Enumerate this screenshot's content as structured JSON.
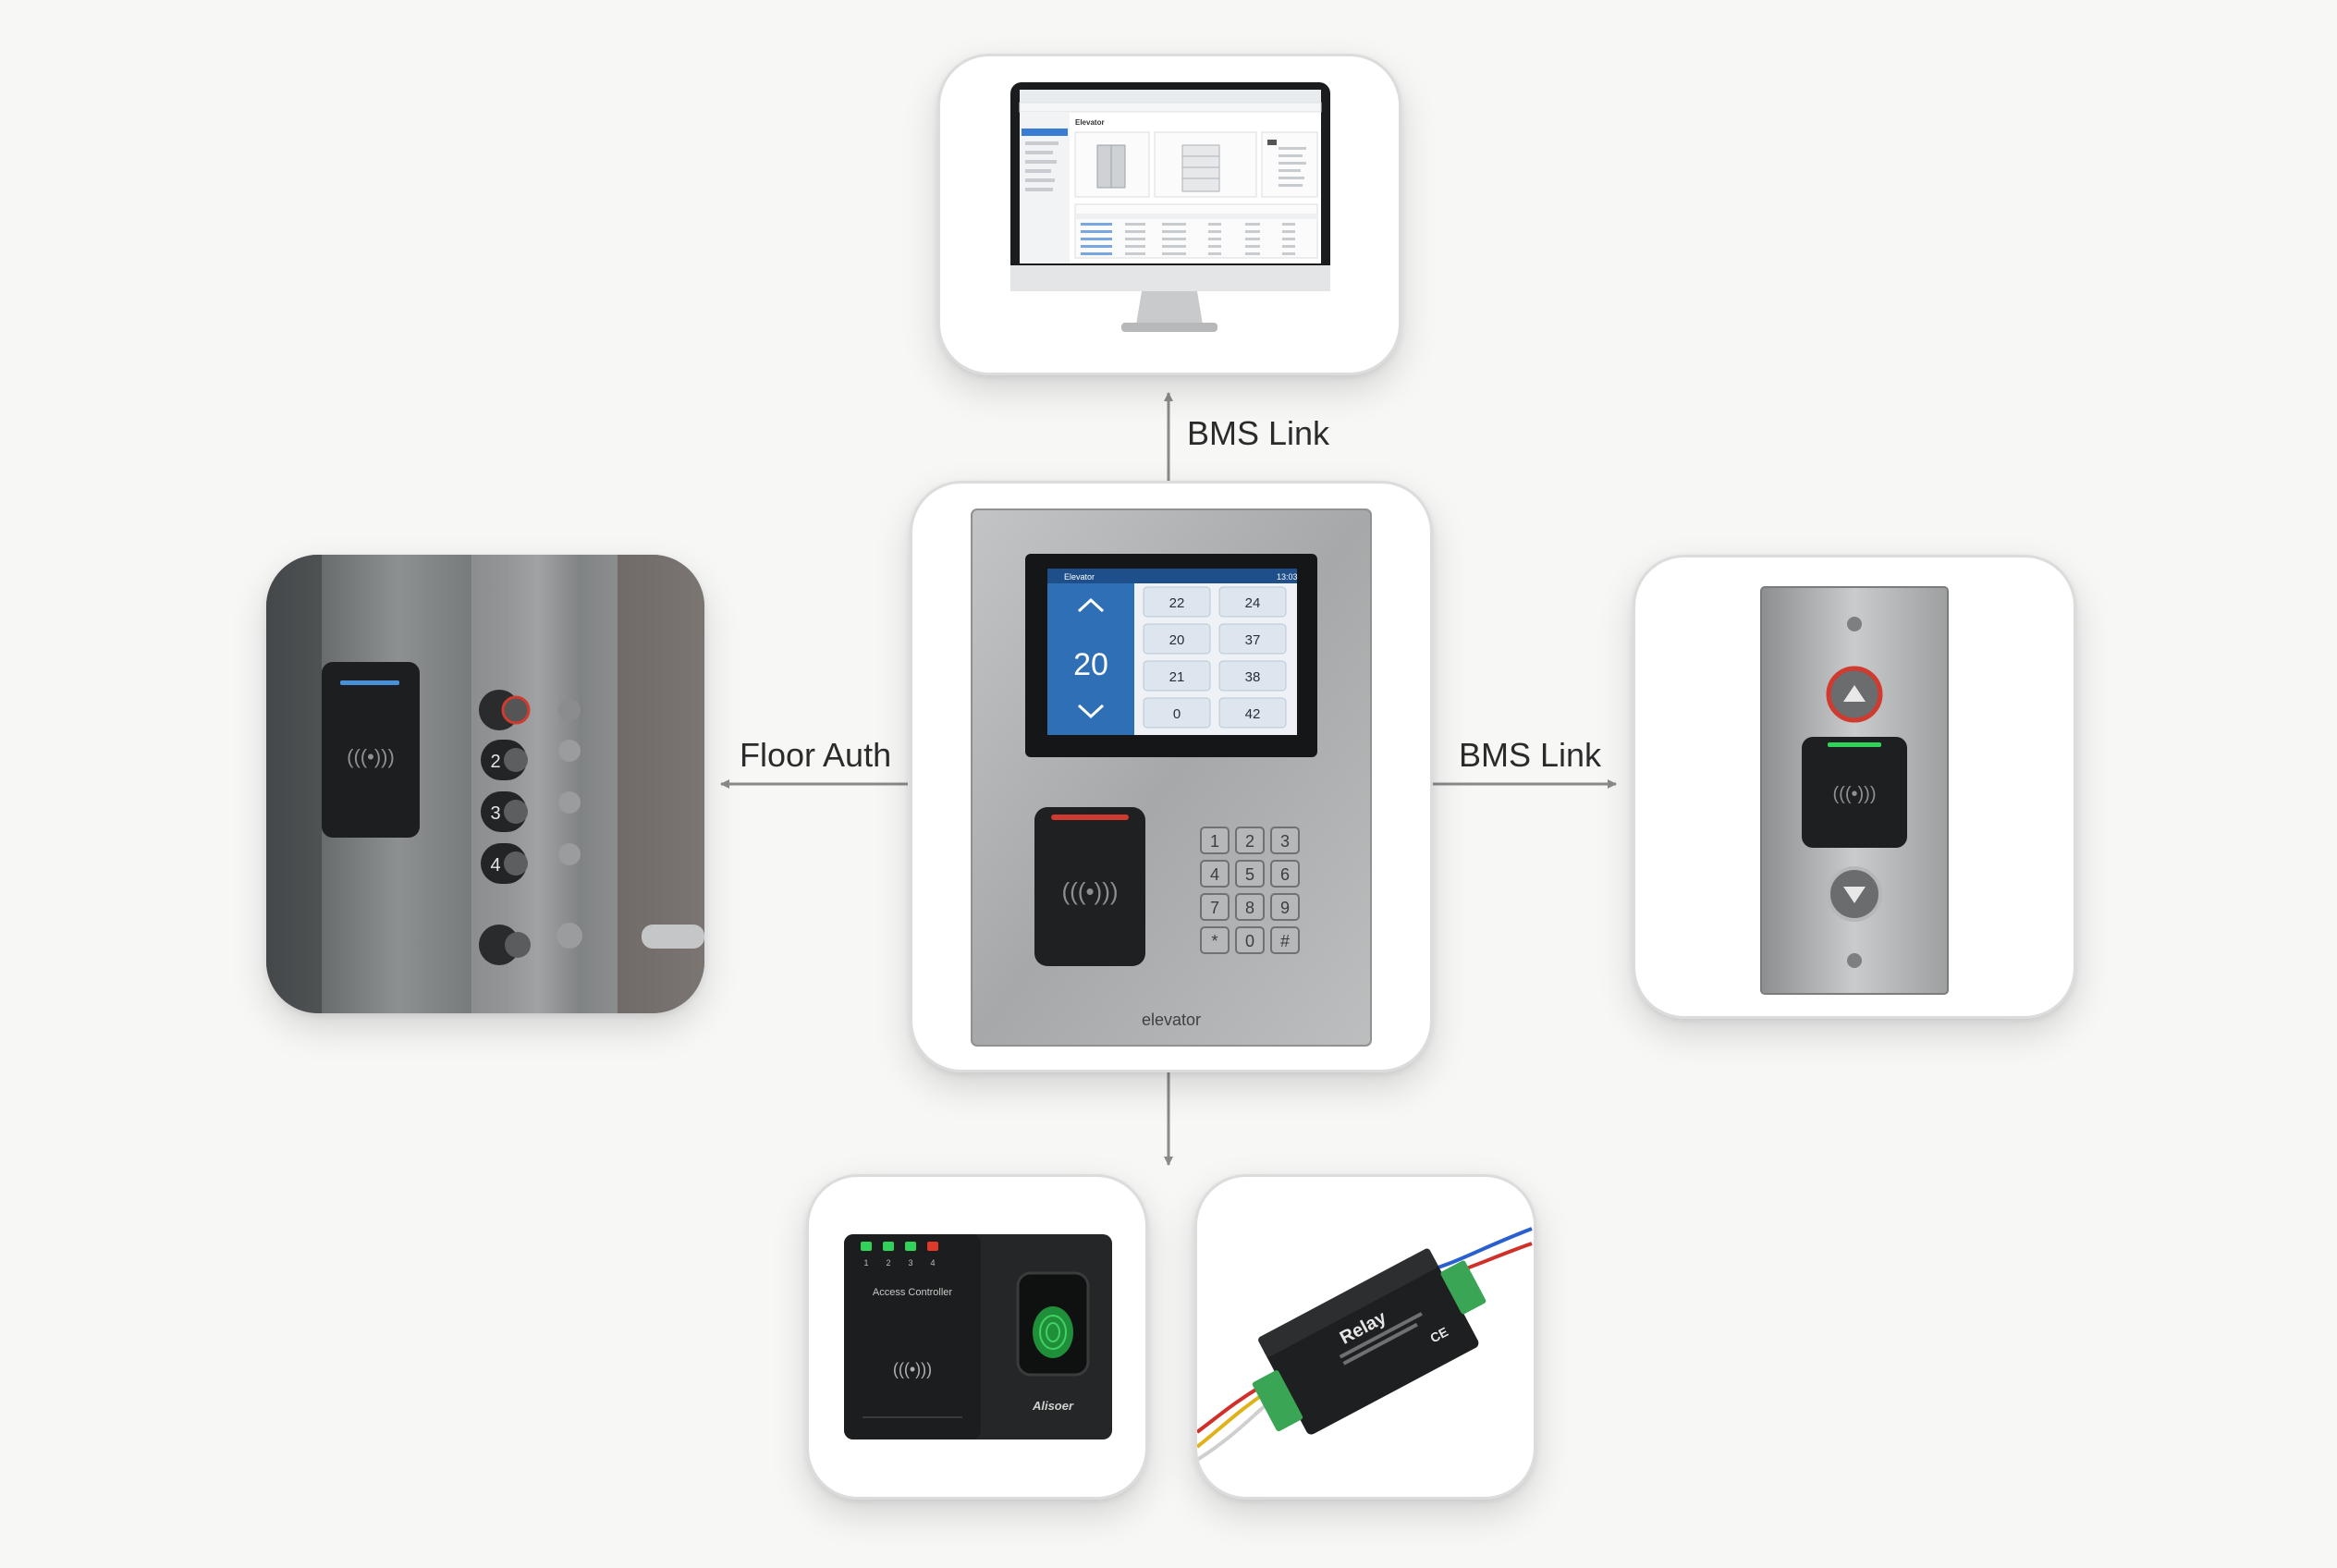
{
  "edges": {
    "top": "BMS Link",
    "left": "Floor Auth",
    "right": "BMS Link"
  },
  "central_panel": {
    "brand": "elevator",
    "screen": {
      "title": "Elevator",
      "clock": "13:03",
      "current_floor": "20",
      "floor_buttons": [
        "22",
        "24",
        "20",
        "37",
        "21",
        "38",
        "0",
        "42"
      ]
    },
    "keypad": [
      "1",
      "2",
      "3",
      "4",
      "5",
      "6",
      "7",
      "8",
      "9",
      "*",
      "0",
      "#"
    ]
  },
  "monitor": {
    "page_title": "Elevator"
  },
  "cab_panel": {
    "floor_keys": [
      "2",
      "3",
      "4"
    ]
  },
  "access_controller": {
    "label": "Access Controller",
    "led_numbers": [
      "1",
      "2",
      "3",
      "4"
    ],
    "brand": "Alisoer"
  },
  "relay_module": {
    "title": "Relay",
    "ce_mark": "CE"
  },
  "colors": {
    "brushed_steel": "#a9abac",
    "screen_blue": "#2f6fb5",
    "led_green": "#2fd35a",
    "led_red": "#e0392c",
    "terminal_green": "#3aa655",
    "arrow": "#8a8a8a"
  }
}
